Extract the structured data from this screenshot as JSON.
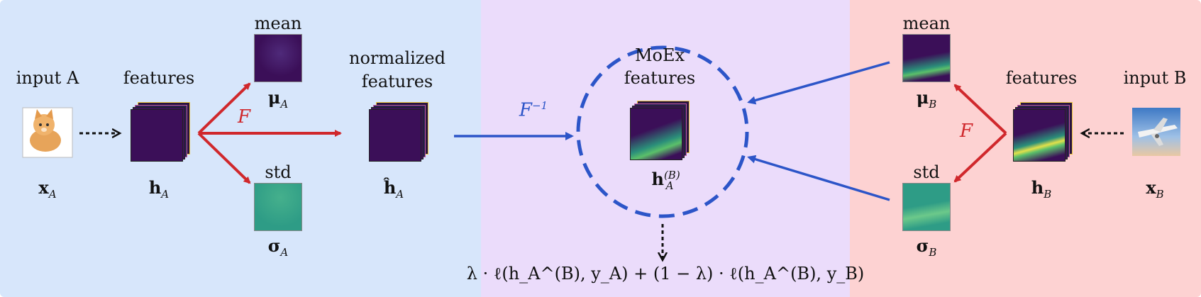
{
  "colors": {
    "left_panel": "#d7e6fb",
    "middle_panel": "#ebdcfb",
    "right_panel": "#fdd2d2",
    "red_arrow": "#d0282c",
    "blue_arrow": "#2c55c8",
    "feature_map": "#3b0f58",
    "std_map": "#2e9c86"
  },
  "left": {
    "input_label": "input A",
    "input_var": "x",
    "input_sub": "A",
    "features_label": "features",
    "features_var": "h",
    "features_sub": "A",
    "mean_label": "mean",
    "mean_var": "μ",
    "mean_sub": "A",
    "std_label": "std",
    "std_var": "σ",
    "std_sub": "A",
    "F_label": "F",
    "normalized_label_1": "normalized",
    "normalized_label_2": "features",
    "normalized_var": "ĥ",
    "normalized_sub": "A",
    "input_image_icon": "kitten-image"
  },
  "middle": {
    "Finv_label": "F",
    "Finv_sup": "−1",
    "moex_label_1": "MoEx",
    "moex_label_2": "features",
    "moex_var": "h",
    "moex_sub": "A",
    "moex_sup": "(B)",
    "loss_formula": "λ · ℓ(h_A^(B), y_A) + (1 − λ) · ℓ(h_A^(B), y_B)"
  },
  "right": {
    "input_label": "input B",
    "input_var": "x",
    "input_sub": "B",
    "features_label": "features",
    "features_var": "h",
    "features_sub": "B",
    "mean_label": "mean",
    "mean_var": "μ",
    "mean_sub": "B",
    "std_label": "std",
    "std_var": "σ",
    "std_sub": "B",
    "F_label": "F",
    "input_image_icon": "airplane-image"
  }
}
